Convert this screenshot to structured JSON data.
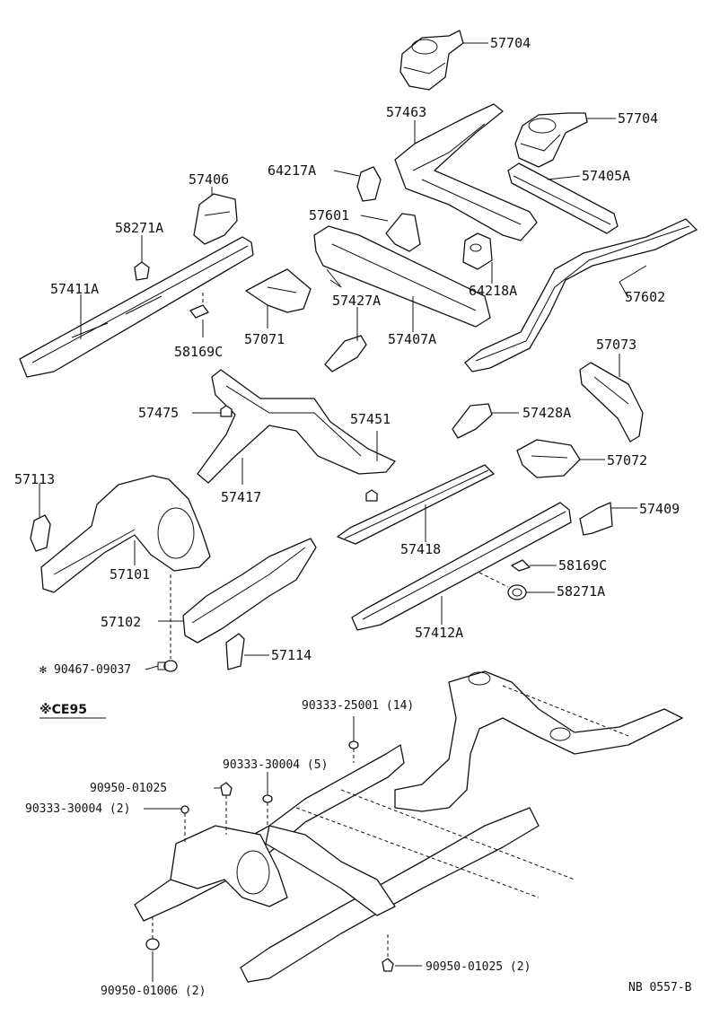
{
  "labels": {
    "p57704a": "57704",
    "p57704b": "57704",
    "p57463": "57463",
    "p64217A": "64217A",
    "p57405A": "57405A",
    "p57406": "57406",
    "p58271A_a": "58271A",
    "p57601": "57601",
    "p57411A": "57411A",
    "p64218A": "64218A",
    "p57602": "57602",
    "p57427A": "57427A",
    "p58169C_a": "58169C",
    "p57071": "57071",
    "p57407A": "57407A",
    "p57073": "57073",
    "p57475": "57475",
    "p57451": "57451",
    "p57428A": "57428A",
    "p57113": "57113",
    "p57417": "57417",
    "p57072": "57072",
    "p57409": "57409",
    "p57101": "57101",
    "p57418": "57418",
    "p58169C_b": "58169C",
    "p58271A_b": "58271A",
    "p57102": "57102",
    "p57412A": "57412A",
    "p57114": "57114",
    "p90467": "90467-09037",
    "p90333_25001": "90333-25001 (14)",
    "p90333_30004_5": "90333-30004 (5)",
    "p90950_01025": "90950-01025",
    "p90333_30004_2": "90333-30004 (2)",
    "p90950_01025_2": "90950-01025 (2)",
    "p90950_01006": "90950-01006 (2)"
  },
  "asterisk_symbol": "✻",
  "note": "※CE95",
  "drawing_number": "NB 0557-B"
}
